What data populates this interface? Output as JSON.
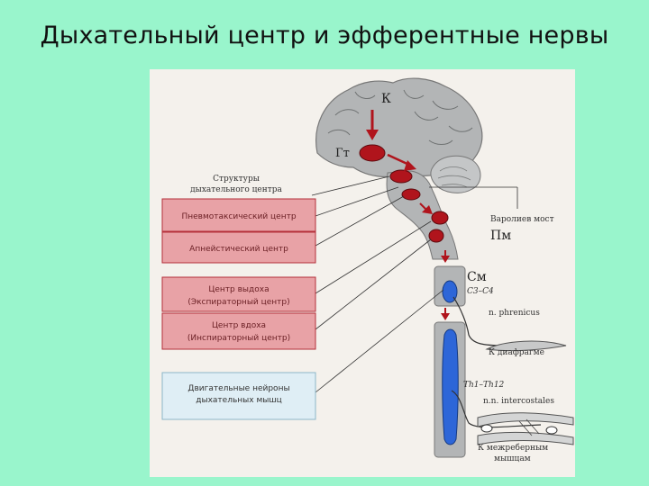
{
  "title": "Дыхательный центр и эфферентные нервы",
  "structures_heading_line1": "Структуры",
  "structures_heading_line2": "дыхательного центра",
  "boxes": [
    {
      "line1": "Пневмотаксический центр",
      "line2": ""
    },
    {
      "line1": "Апнейстический центр",
      "line2": ""
    },
    {
      "line1": "Центр выдоха",
      "line2": "(Экспираторный центр)"
    },
    {
      "line1": "Центр вдоха",
      "line2": "(Инспираторный центр)"
    },
    {
      "line1": "Двигательные нейроны",
      "line2": "дыхательных мышц"
    }
  ],
  "labels": {
    "cortex": "К",
    "hypothalamus": "Гт",
    "pons_name": "Варолиев мост",
    "pons_abbr": "Пм",
    "spinal_cord": "См",
    "segments_cervical": "C3–C4",
    "phrenic_nerve": "n. phrenicus",
    "to_diaphragm": "К диафрагме",
    "segments_thoracic": "Th1–Th12",
    "intercostal_nerves": "n.n. intercostales",
    "to_intercostal_line1": "К межреберным",
    "to_intercostal_line2": "мышцам"
  },
  "colors": {
    "background": "#99f5cc",
    "panel": "#f4f1ec",
    "brain_gray": "#b3b5b6",
    "nucleus_red": "#b0141c",
    "box_red": "#e8a2a6",
    "box_border": "#b5303a",
    "box_blue": "#dfeef5",
    "motor_blue": "#2d66d8"
  }
}
